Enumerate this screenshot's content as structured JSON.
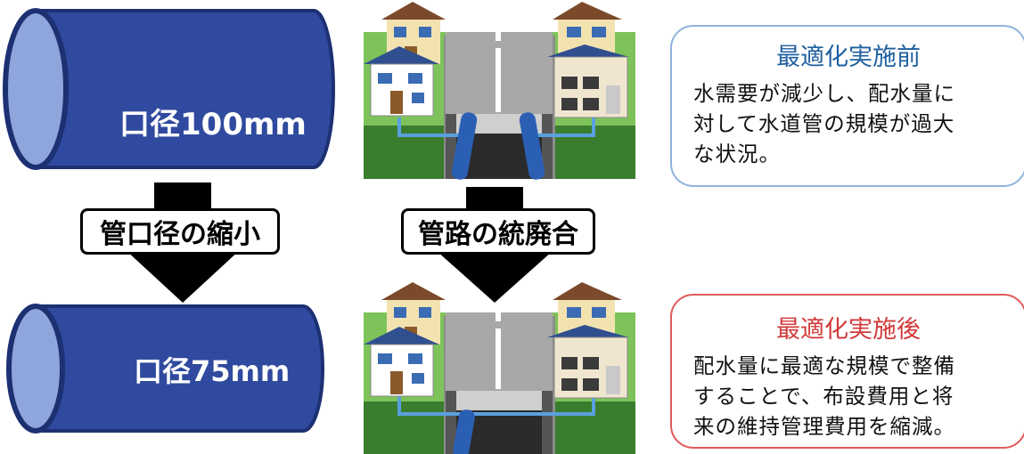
{
  "pipes": {
    "before_label": "口径100mm",
    "after_label": "口径75mm",
    "body_color": "#2f4a9e",
    "end_color": "#8fa6dc"
  },
  "steps": {
    "reduce_label": "管口径の縮小",
    "consolidate_label": "管路の統廃合"
  },
  "before_note": {
    "title": "最適化実施前",
    "title_color": "#1f5fa0",
    "border_color": "#8fb3dc",
    "lines": [
      "水需要が減少し、配水量に",
      "対して水道管の規模が過大",
      "な状況。"
    ]
  },
  "after_note": {
    "title": "最適化実施後",
    "title_color": "#d23a3a",
    "border_color": "#e05a5a",
    "lines": [
      "配水量に最適な規模で整備",
      "することで、布設費用と将",
      "来の維持管理費用を縮減。"
    ]
  }
}
